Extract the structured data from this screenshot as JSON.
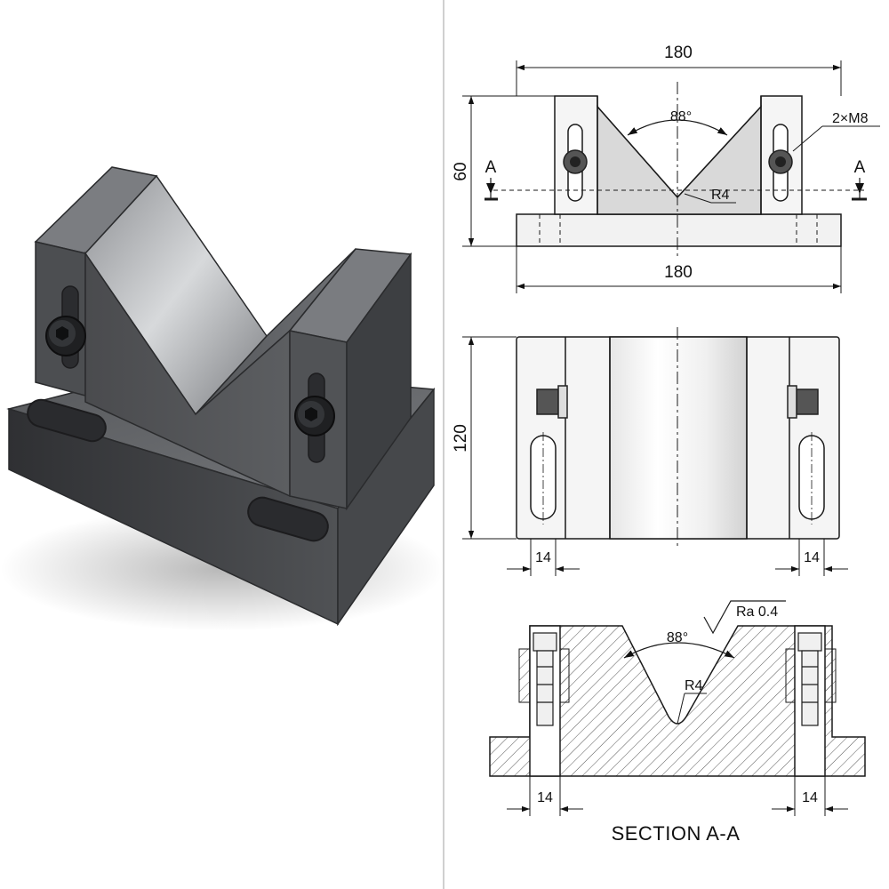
{
  "drawing": {
    "front_view": {
      "overall_width": "180",
      "base_width": "180",
      "height": "60",
      "v_angle": "88°",
      "root_radius": "R4",
      "thread_callout": "2×M8",
      "section_mark": "A"
    },
    "top_view": {
      "depth": "120",
      "slot_offset_left": "14",
      "slot_offset_right": "14"
    },
    "section_view": {
      "v_angle": "88°",
      "root_radius": "R4",
      "surface_finish": "Ra 0.4",
      "hole_offset_left": "14",
      "hole_offset_right": "14",
      "title": "SECTION A-A"
    }
  },
  "colors": {
    "steel_dark": "#3e3f42",
    "steel_mid": "#6a6c70",
    "steel_light": "#b9bbbe",
    "line": "#1a1a1a"
  }
}
